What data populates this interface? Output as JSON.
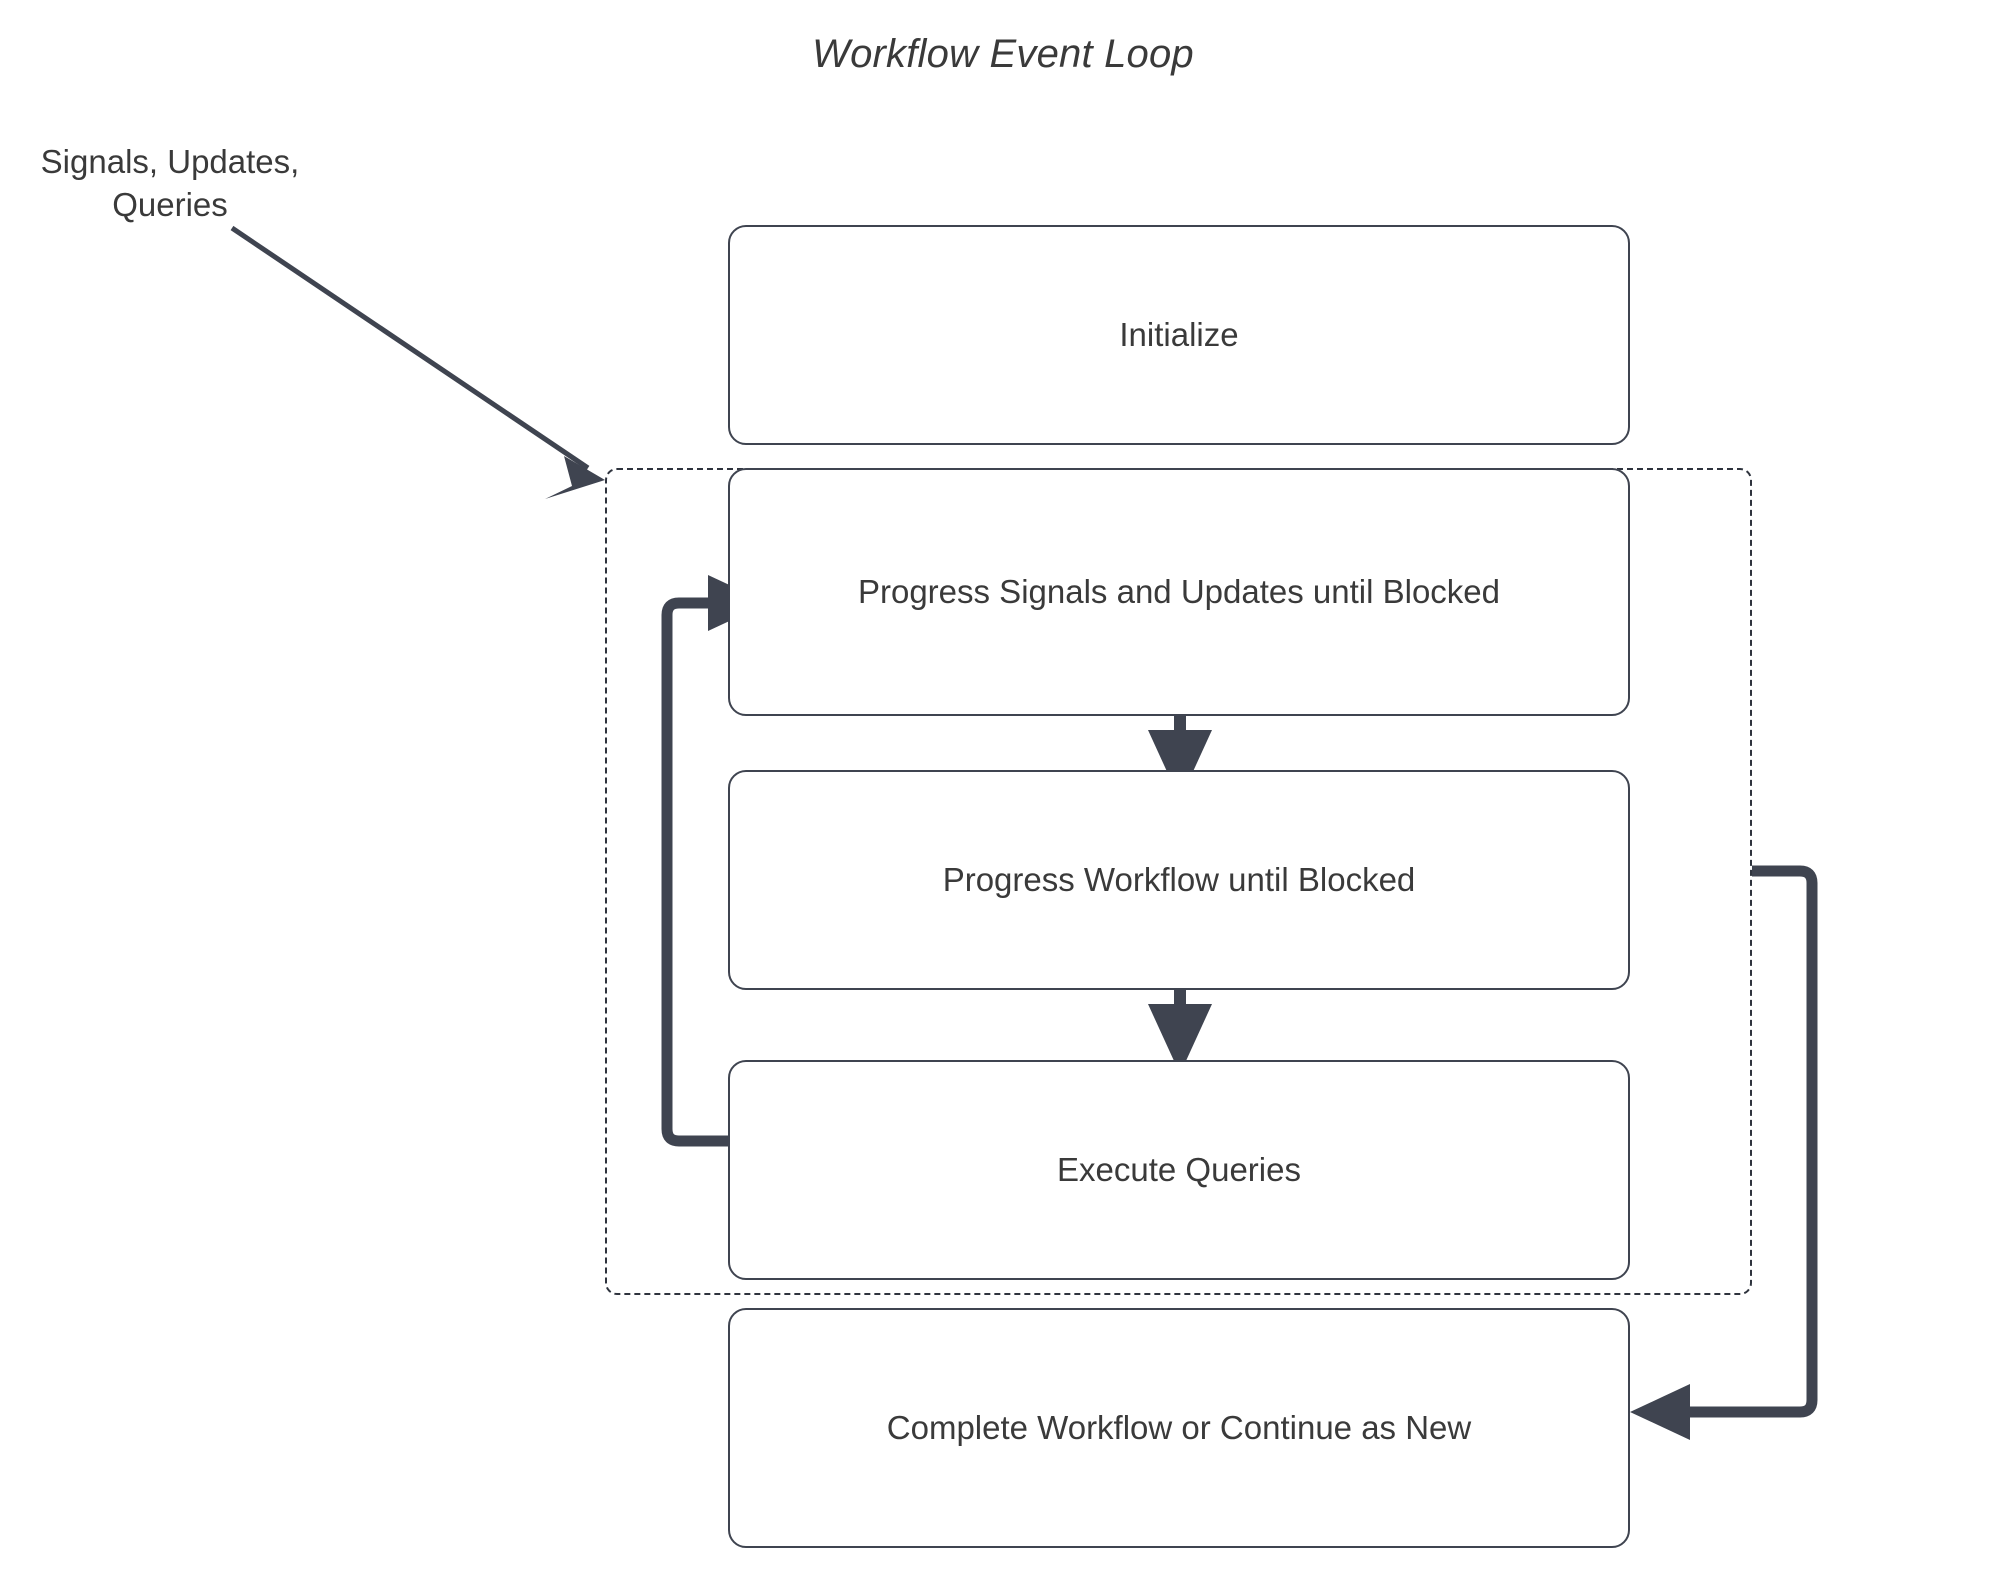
{
  "diagram": {
    "title": "Workflow Event Loop",
    "accent_color": "#3f4450",
    "text_color": "#3a3a3a",
    "background_color": "#ffffff",
    "external_input": {
      "line1": "Signals, Updates,",
      "line2": "Queries"
    },
    "nodes": [
      {
        "id": "initialize",
        "label": "Initialize"
      },
      {
        "id": "progress_signals",
        "label": "Progress Signals and Updates until Blocked"
      },
      {
        "id": "progress_workflow",
        "label": "Progress Workflow until Blocked"
      },
      {
        "id": "execute_queries",
        "label": "Execute Queries"
      },
      {
        "id": "complete",
        "label": "Complete Workflow or Continue as New"
      }
    ],
    "loop_group": {
      "style": "dashed",
      "members": [
        "progress_signals",
        "progress_workflow",
        "execute_queries"
      ]
    },
    "edges": [
      {
        "from": "external_input",
        "to": "loop_group",
        "style": "thin-arrow"
      },
      {
        "from": "progress_signals",
        "to": "progress_workflow",
        "style": "thick-arrow-down"
      },
      {
        "from": "progress_workflow",
        "to": "execute_queries",
        "style": "thick-arrow-down"
      },
      {
        "from": "execute_queries",
        "to": "progress_signals",
        "style": "thick-loop-left"
      },
      {
        "from": "loop_group",
        "to": "complete",
        "style": "thick-loop-right"
      }
    ]
  }
}
